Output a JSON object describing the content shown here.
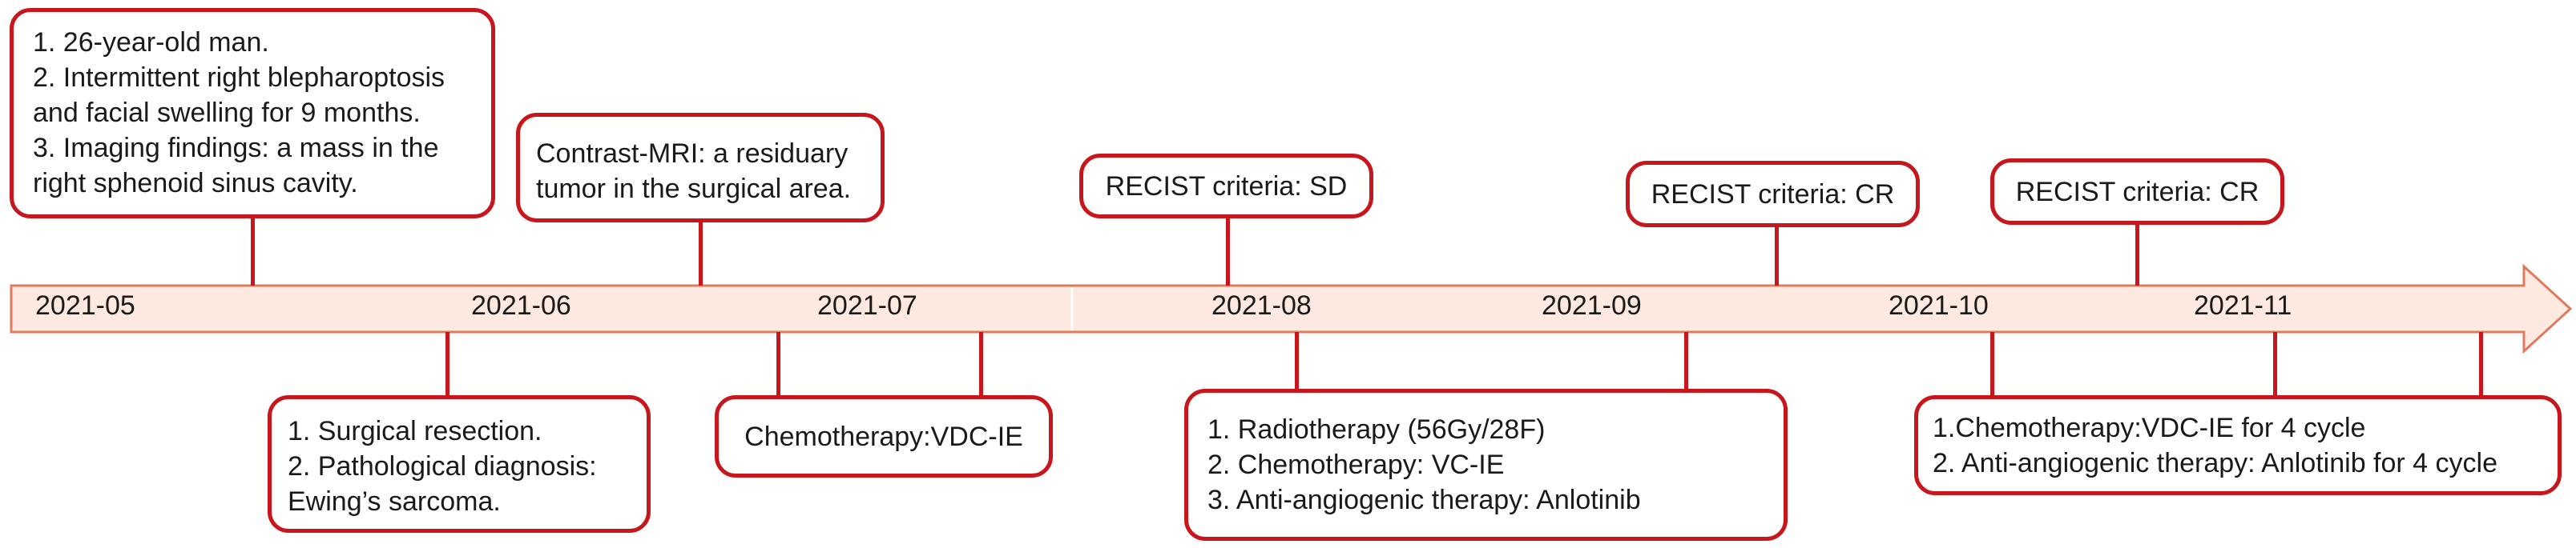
{
  "timeline": {
    "dates": [
      "2021-05",
      "2021-06",
      "2021-07",
      "2021-08",
      "2021-09",
      "2021-10",
      "2021-11"
    ],
    "colors": {
      "arrow_fill": "#fde9df",
      "arrow_stroke": "#e07a5f",
      "accent": "#c8161d",
      "text": "#1a1a1a"
    }
  },
  "top_events": [
    {
      "lines": [
        "1. 26-year-old man.",
        "2. Intermittent right blepharoptosis",
        "and facial swelling for 9 months.",
        "3. Imaging findings: a mass in the",
        "right sphenoid sinus cavity."
      ]
    },
    {
      "lines": [
        "Contrast-MRI: a residuary",
        "tumor in the surgical area."
      ]
    },
    {
      "lines": [
        "RECIST criteria: SD"
      ]
    },
    {
      "lines": [
        "RECIST criteria: CR"
      ]
    },
    {
      "lines": [
        "RECIST criteria: CR"
      ]
    }
  ],
  "bottom_events": [
    {
      "lines": [
        "1. Surgical resection.",
        "2. Pathological diagnosis:",
        "Ewing’s sarcoma."
      ]
    },
    {
      "lines": [
        "Chemotherapy:VDC-IE"
      ]
    },
    {
      "lines": [
        "1. Radiotherapy (56Gy/28F)",
        "2. Chemotherapy: VC-IE",
        "3. Anti-angiogenic therapy: Anlotinib"
      ]
    },
    {
      "lines": [
        "1.Chemotherapy:VDC-IE for 4 cycle",
        "2. Anti-angiogenic therapy: Anlotinib for 4 cycle"
      ]
    }
  ]
}
